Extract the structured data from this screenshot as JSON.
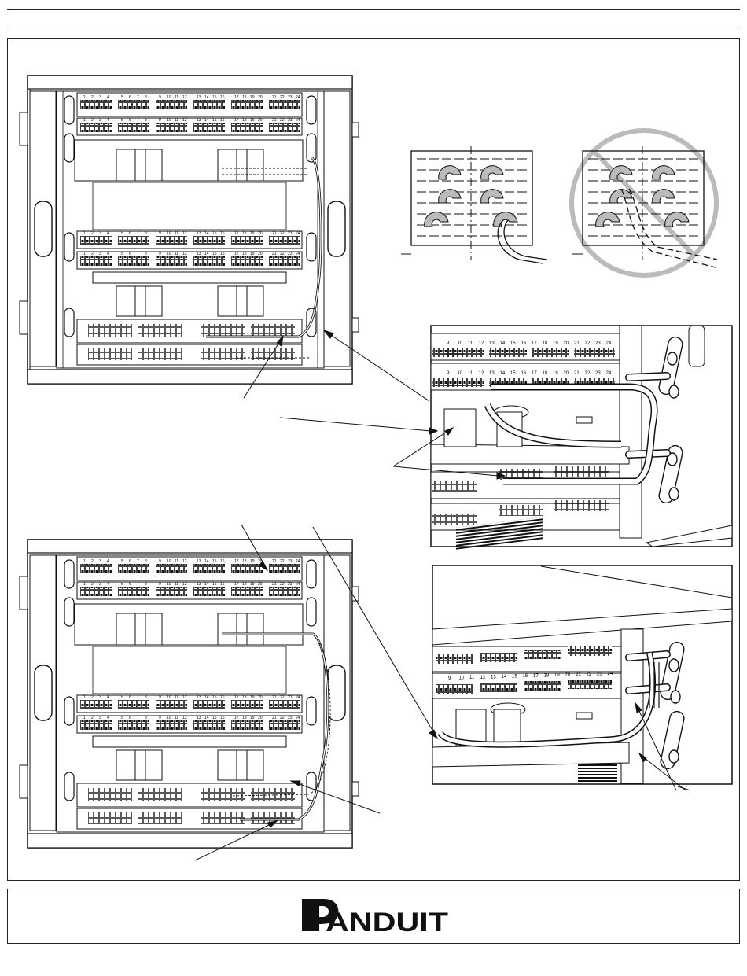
{
  "brand": {
    "logo_text": "PANDUIT"
  },
  "panel": {
    "port_numbers_row1": [
      "1",
      "2",
      "3",
      "4",
      "5",
      "6",
      "7",
      "8",
      "9",
      "10",
      "11",
      "12",
      "13",
      "14",
      "15",
      "16",
      "17",
      "18",
      "19",
      "20",
      "21",
      "22",
      "23",
      "24"
    ]
  },
  "inset_top": {
    "port_labels": [
      "9",
      "10",
      "11",
      "12",
      "13",
      "14",
      "15",
      "16",
      "17",
      "18",
      "19",
      "20",
      "21",
      "22",
      "23",
      "24"
    ]
  },
  "inset_bottom": {
    "port_labels": [
      "9",
      "10",
      "11",
      "12",
      "13",
      "14",
      "15",
      "16",
      "17",
      "18",
      "19",
      "20",
      "21",
      "22",
      "23",
      "24"
    ]
  }
}
